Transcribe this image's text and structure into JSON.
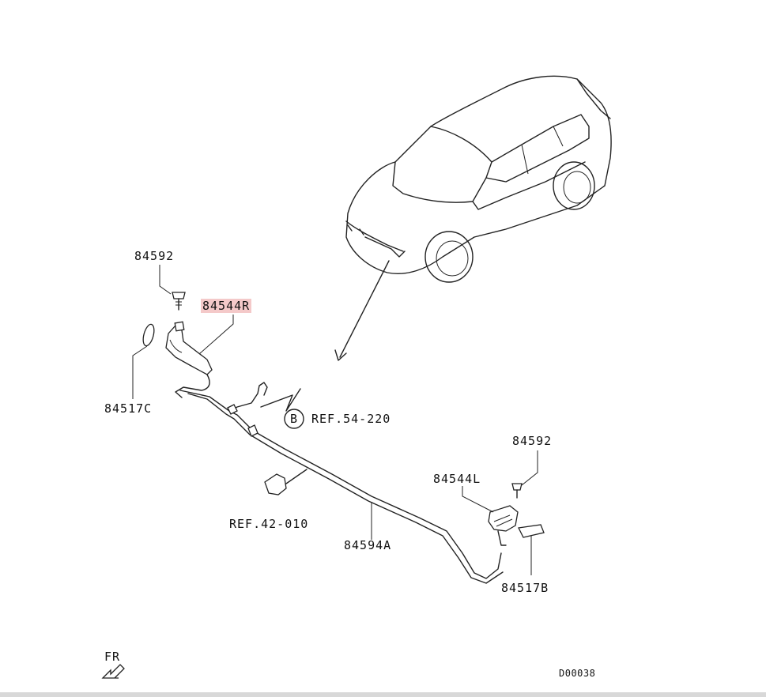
{
  "labels": {
    "p84592_top": "84592",
    "p84544R": "84544R",
    "p84517C": "84517C",
    "ref_b_circle": "B",
    "ref_54_220": "REF.54-220",
    "ref_42_010": "REF.42-010",
    "p84592_right": "84592",
    "p84544L": "84544L",
    "p84594A": "84594A",
    "p84517B": "84517B",
    "fr": "FR",
    "diagram_code": "D00038"
  },
  "colors": {
    "highlight": "#f4c9c9",
    "line": "#222222"
  }
}
